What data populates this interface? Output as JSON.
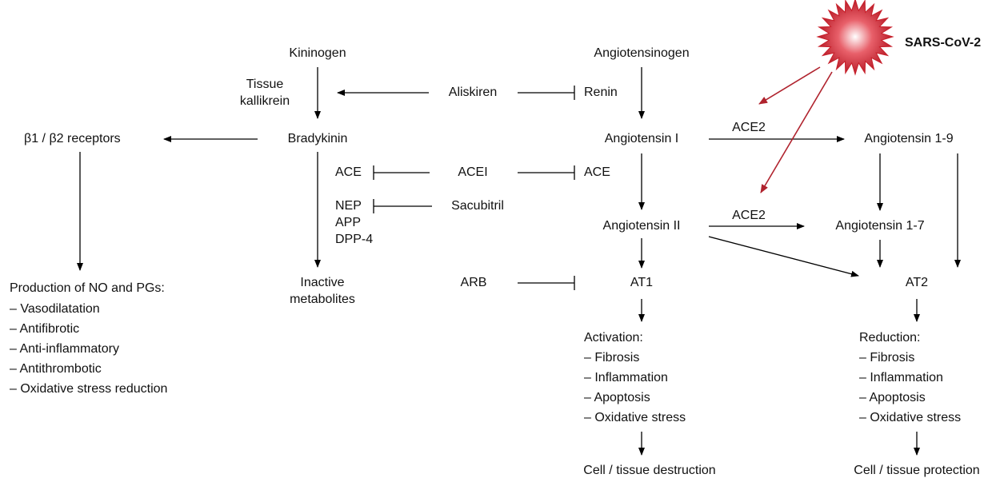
{
  "colors": {
    "virus_arrow": "#b0232e",
    "arrow": "#000000",
    "virus_fill": "#c8202b"
  },
  "virus": {
    "icon": "sars-cov-2-starburst-icon",
    "label": "SARS-CoV-2"
  },
  "kinin_path": {
    "kininogen": "Kininogen",
    "tissue_kallikrein": "Tissue\nkallikrein",
    "bradykinin": "Bradykinin",
    "receptors": "β1 / β2 receptors",
    "production_title": "Production of NO and PGs:",
    "production_effects": [
      "– Vasodilatation",
      "– Antifibrotic",
      "– Anti-inflammatory",
      "– Antithrombotic",
      "– Oxidative stress reduction"
    ],
    "enzymes_ace": "ACE",
    "enzymes_nep_app_dpp4": "NEP\nAPP\nDPP-4",
    "inactive_metabolites": "Inactive\nmetabolites"
  },
  "drugs": {
    "aliskiren": "Aliskiren",
    "acei": "ACEI",
    "sacubitril": "Sacubitril",
    "arb": "ARB"
  },
  "ras_path": {
    "angiotensinogen": "Angiotensinogen",
    "renin": "Renin",
    "angiotensin_i": "Angiotensin I",
    "ace": "ACE",
    "angiotensin_ii": "Angiotensin II",
    "at1": "AT1",
    "activation_title": "Activation:",
    "activation_effects": [
      "– Fibrosis",
      "– Inflammation",
      "– Apoptosis",
      "– Oxidative stress"
    ],
    "destruction": "Cell / tissue destruction"
  },
  "ace2_path": {
    "ace2_upper": "ACE2",
    "ace2_lower": "ACE2",
    "angiotensin_1_9": "Angiotensin 1-9",
    "angiotensin_1_7": "Angiotensin 1-7",
    "at2": "AT2",
    "reduction_title": "Reduction:",
    "reduction_effects": [
      "– Fibrosis",
      "– Inflammation",
      "– Apoptosis",
      "– Oxidative stress"
    ],
    "protection": "Cell / tissue protection"
  }
}
